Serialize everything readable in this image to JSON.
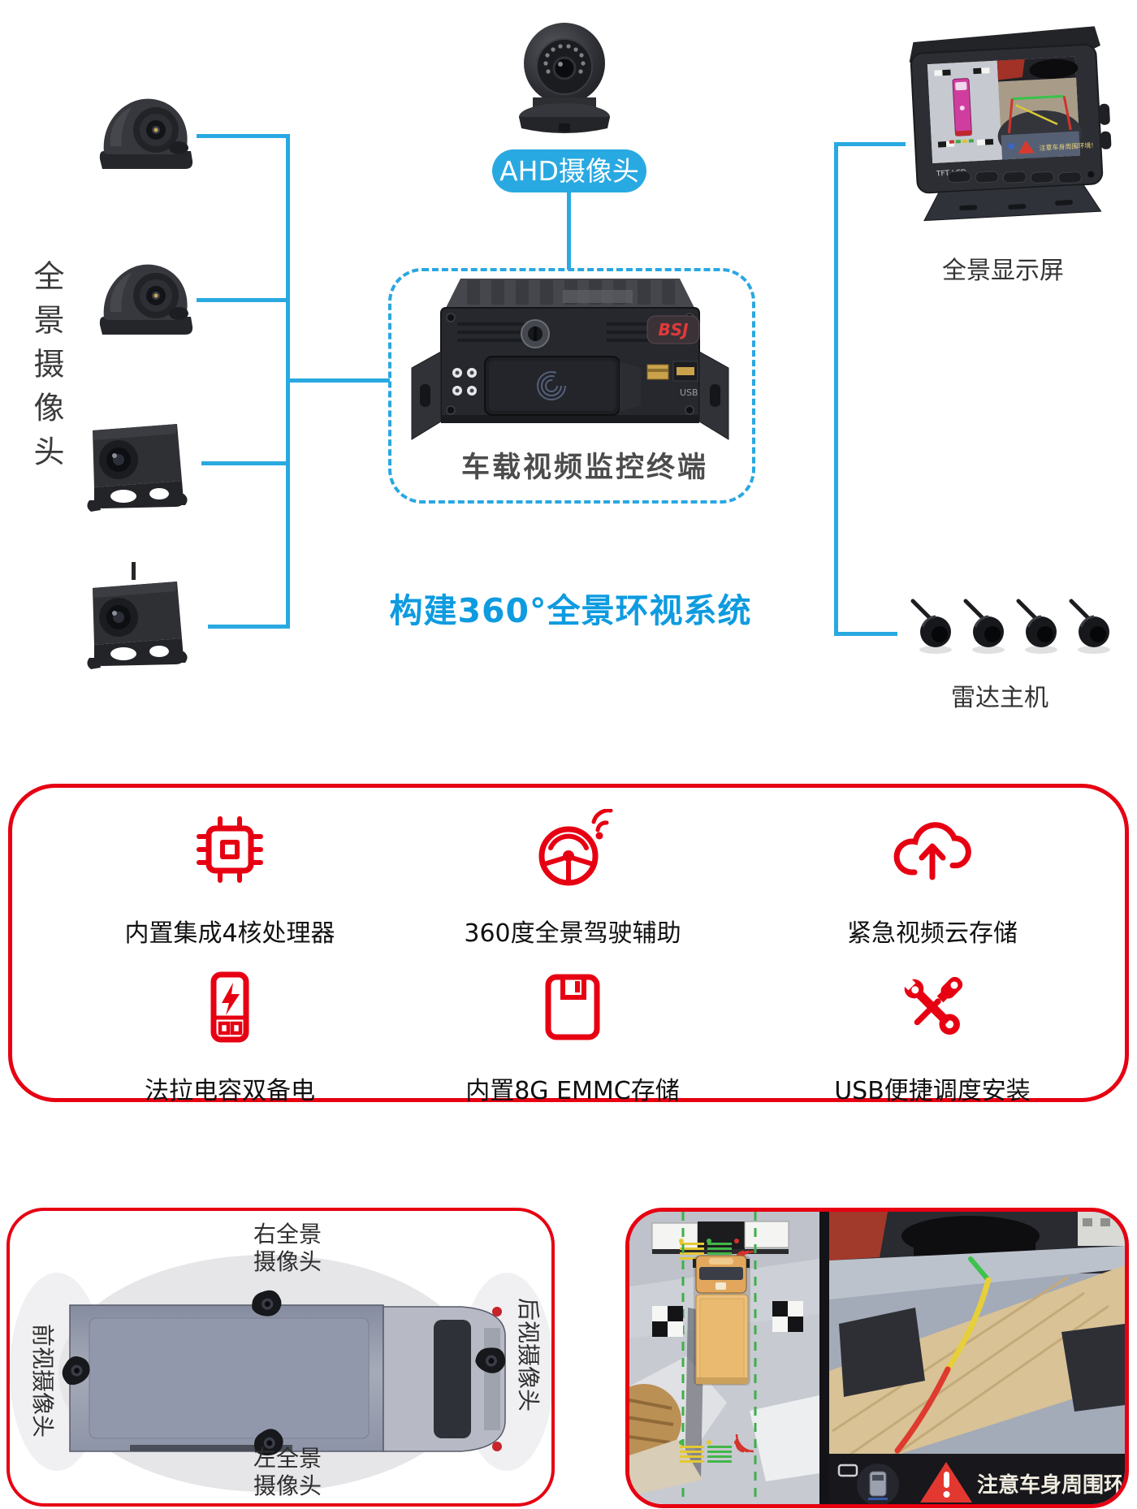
{
  "diagram": {
    "left_cameras_label": "全景摄像头",
    "ahd_camera_label": "AHD摄像头",
    "dvr_caption": "车载视频监控终端",
    "dvr_logo_text": "BSJ",
    "dvr_port_label": "USB",
    "monitor_caption": "全景显示屏",
    "monitor_brand": "TFT LCD",
    "monitor_screen_warning": "注意车身周围环境!",
    "radar_caption": "雷达主机",
    "headline": "构建360°全景环视系统"
  },
  "features": {
    "items": [
      {
        "icon": "cpu-chip-icon",
        "label": "内置集成4核处理器"
      },
      {
        "icon": "steering-wheel-icon",
        "label": "360度全景驾驶辅助"
      },
      {
        "icon": "cloud-upload-icon",
        "label": "紧急视频云存储"
      },
      {
        "icon": "capacitor-power-icon",
        "label": "法拉电容双备电"
      },
      {
        "icon": "storage-icon",
        "label": "内置8G EMMC存储"
      },
      {
        "icon": "tools-icon",
        "label": "USB便捷调度安装"
      }
    ]
  },
  "vehicle_panel": {
    "right_camera_label_line1": "右全景",
    "right_camera_label_line2": "摄像头",
    "left_camera_label_line1": "左全景",
    "left_camera_label_line2": "摄像头",
    "front_camera_label": "前视摄像头",
    "rear_camera_label": "后视摄像头"
  },
  "surround_panel": {
    "warning_text": "注意车身周围环境"
  },
  "colors": {
    "connector_blue": "#29a9e1",
    "headline_blue": "#0e9be0",
    "accent_red": "#e60012"
  }
}
